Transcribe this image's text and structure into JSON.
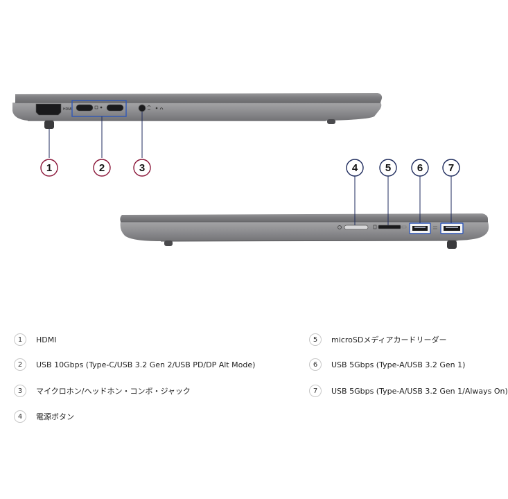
{
  "figure": {
    "port_label_hdmi": "HDMI",
    "callouts_left": [
      {
        "num": "1",
        "color": "#8a1538"
      },
      {
        "num": "2",
        "color": "#8a1538"
      },
      {
        "num": "3",
        "color": "#8a1538"
      }
    ],
    "callouts_right": [
      {
        "num": "4",
        "color": "#1d2a5c"
      },
      {
        "num": "5",
        "color": "#1d2a5c"
      },
      {
        "num": "6",
        "color": "#1d2a5c"
      },
      {
        "num": "7",
        "color": "#1d2a5c"
      }
    ]
  },
  "legend": [
    {
      "num": "1",
      "label": "HDMI"
    },
    {
      "num": "2",
      "label": "USB 10Gbps (Type-C/USB 3.2 Gen 2/USB PD/DP Alt Mode)"
    },
    {
      "num": "3",
      "label": "マイクロホン/ヘッドホン・コンボ・ジャック"
    },
    {
      "num": "4",
      "label": "電源ボタン"
    },
    {
      "num": "5",
      "label": "microSDメディアカードリーダー"
    },
    {
      "num": "6",
      "label": "USB 5Gbps (Type-A/USB 3.2 Gen 1)"
    },
    {
      "num": "7",
      "label": "USB 5Gbps (Type-A/USB 3.2 Gen 1/Always On)"
    }
  ]
}
